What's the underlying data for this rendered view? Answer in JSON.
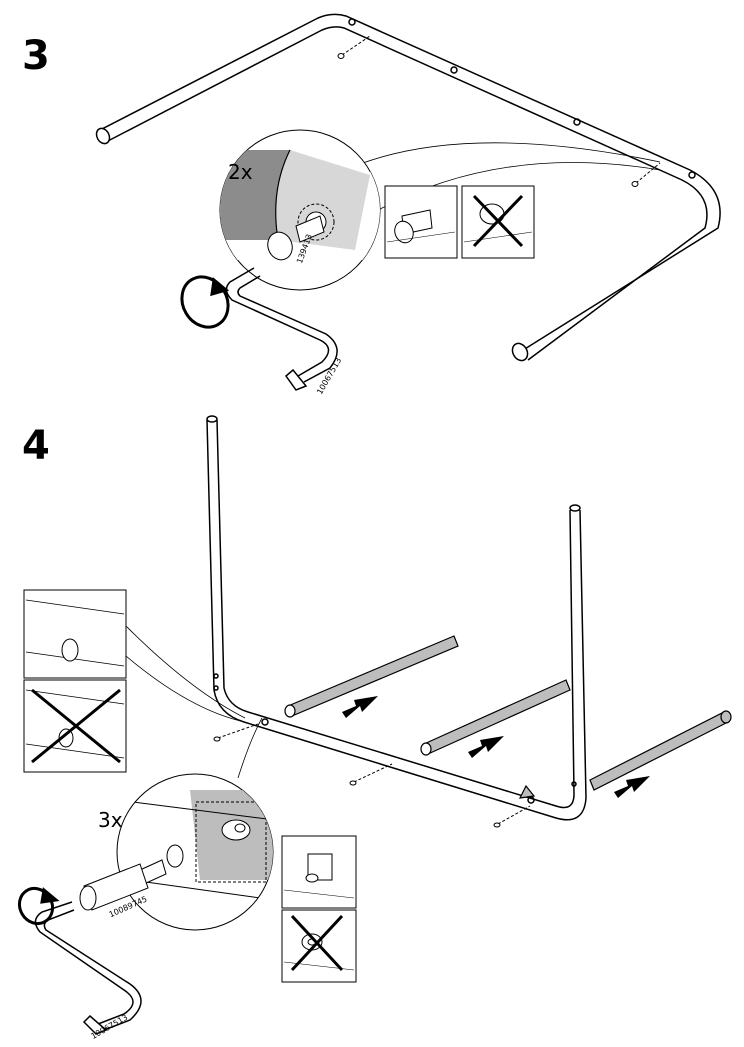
{
  "steps": [
    {
      "number": "3",
      "quantity": "2x",
      "part_numbers": {
        "screw": "139413",
        "hex_key": "10067513"
      },
      "panels": [
        "correct",
        "incorrect"
      ]
    },
    {
      "number": "4",
      "quantity": "3x",
      "part_numbers": {
        "dowel_bolt": "10089745",
        "hex_key": "10067513"
      },
      "panels": [
        "correct",
        "incorrect"
      ]
    }
  ],
  "colors": {
    "line": "#000000",
    "tube_shade": "#bdbdbd",
    "detail_shade": "#8c8c8c",
    "paper": "#ffffff"
  }
}
